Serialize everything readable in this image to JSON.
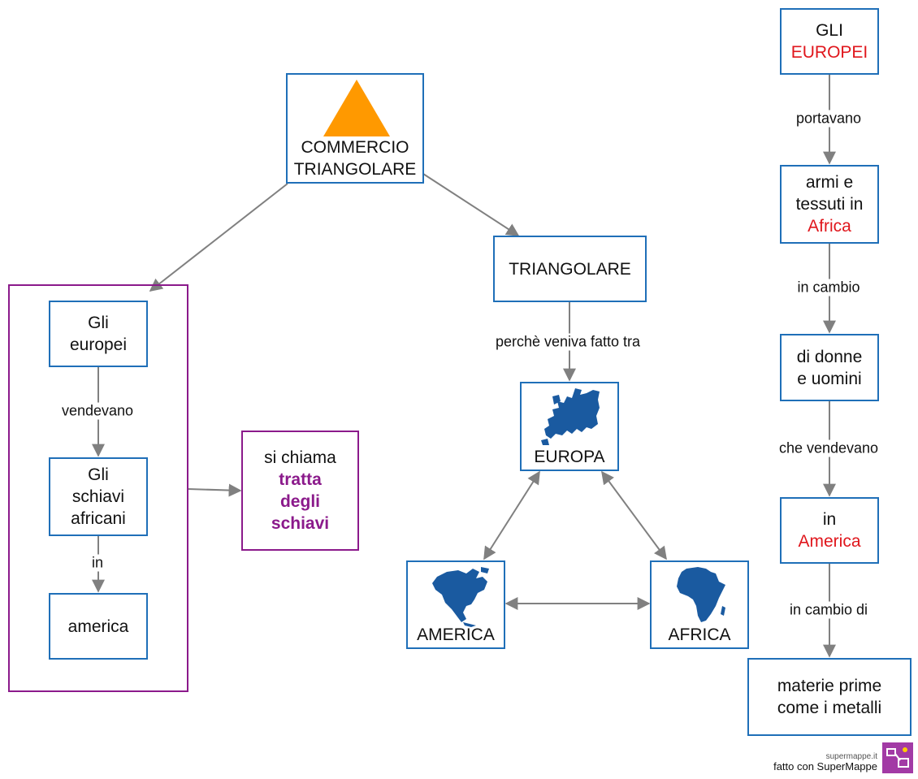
{
  "colors": {
    "node_border": "#1f6fb8",
    "group_border": "#8b1a8b",
    "highlight_red": "#e0161c",
    "highlight_purple": "#8b1a8b",
    "arrow": "#808080",
    "triangle": "#ff9900",
    "map_blue": "#1a5aa0"
  },
  "nodes": {
    "commercio": {
      "line1": "COMMERCIO",
      "line2": "TRIANGOLARE",
      "icon": "orange-triangle-icon"
    },
    "triangolare": {
      "label": "TRIANGOLARE"
    },
    "europa": {
      "label": "EUROPA",
      "icon": "europe-map-icon"
    },
    "america_map": {
      "label": "AMERICA",
      "icon": "north-america-map-icon"
    },
    "africa_map": {
      "label": "AFRICA",
      "icon": "africa-map-icon"
    },
    "gli_europei_left": {
      "line1": "Gli",
      "line2": "europei"
    },
    "schiavi": {
      "line1": "Gli",
      "line2": "schiavi",
      "line3": "africani"
    },
    "america_left": {
      "label": "america"
    },
    "tratta": {
      "line1": "si chiama",
      "line2": "tratta",
      "line3": "degli",
      "line4": "schiavi"
    },
    "gli_europei_right": {
      "line1": "GLI",
      "line2": "EUROPEI"
    },
    "armi": {
      "line1": "armi e",
      "line2": "tessuti in",
      "line3": "Africa"
    },
    "donne": {
      "line1": "di donne",
      "line2": "e uomini"
    },
    "in_america": {
      "line1": "in",
      "line2": "America"
    },
    "materie": {
      "line1": "materie prime",
      "line2": "come i metalli"
    }
  },
  "edge_labels": {
    "perche": "perchè veniva fatto tra",
    "vendevano": "vendevano",
    "in": "in",
    "portavano": "portavano",
    "in_cambio": "in cambio",
    "che_vendevano": "che vendevano",
    "in_cambio_di": "in cambio di"
  },
  "branding": {
    "site": "supermappe.it",
    "text": "fatto con SuperMappe"
  }
}
